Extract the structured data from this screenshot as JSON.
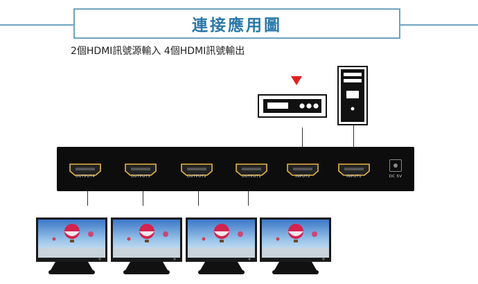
{
  "title": "連接應用圖",
  "subtitle": "2個HDMI訊號源輸入 4個HDMI訊號輸出",
  "colors": {
    "accent": "#2a78a8",
    "frame": "#6fa3bf",
    "arrow": "#e02020"
  },
  "switcher": {
    "ports": [
      "OUTPUT4",
      "OUTPUT3",
      "OUTPUT2",
      "OUTPUT1",
      "INPUT2",
      "INPUT1"
    ],
    "power_label": "DC 5V"
  },
  "sources": {
    "dvd_player_icon": "dvd-player-icon",
    "pc_icon": "desktop-pc-icon",
    "indicator_icon": "red-down-arrow-icon"
  },
  "displays": {
    "count": 4,
    "icon": "monitor-hot-air-balloon-icon"
  }
}
